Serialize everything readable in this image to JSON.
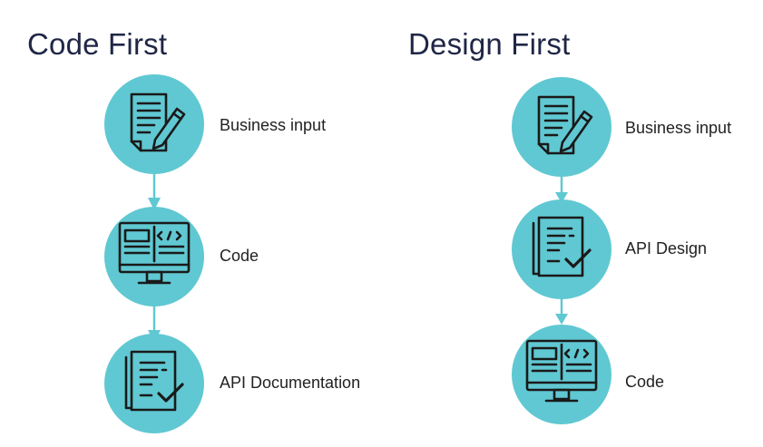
{
  "colors": {
    "circle": "#60c8d2",
    "arrow": "#60c8d2",
    "heading": "#1f2646",
    "icon_stroke": "#1a1a1a"
  },
  "left": {
    "title": "Code First",
    "steps": [
      {
        "label": "Business input",
        "icon": "document-pen-icon"
      },
      {
        "label": "Code",
        "icon": "code-monitor-icon"
      },
      {
        "label": "API Documentation",
        "icon": "document-check-icon"
      }
    ]
  },
  "right": {
    "title": "Design First",
    "steps": [
      {
        "label": "Business input",
        "icon": "document-pen-icon"
      },
      {
        "label": "API Design",
        "icon": "document-check-icon"
      },
      {
        "label": "Code",
        "icon": "code-monitor-icon"
      }
    ]
  }
}
